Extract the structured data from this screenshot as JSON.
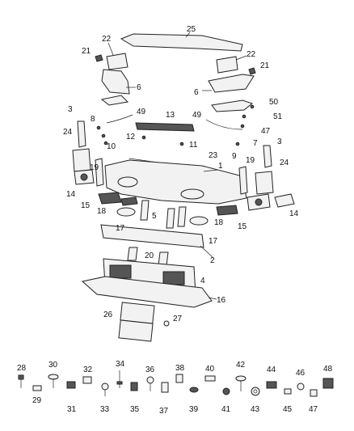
{
  "diagram": {
    "callouts": {
      "c1": "1",
      "c2": "2",
      "c3a": "3",
      "c3b": "3",
      "c4": "4",
      "c5": "5",
      "c6a": "6",
      "c6b": "6",
      "c7": "7",
      "c8": "8",
      "c9": "9",
      "c10": "10",
      "c11": "11",
      "c12": "12",
      "c13": "13",
      "c14a": "14",
      "c14b": "14",
      "c15a": "15",
      "c15b": "15",
      "c16": "16",
      "c17a": "17",
      "c17b": "17",
      "c18a": "18",
      "c18b": "18",
      "c19a": "19",
      "c19b": "19",
      "c20": "20",
      "c21a": "21",
      "c21b": "21",
      "c22a": "22",
      "c22b": "22",
      "c23": "23",
      "c24a": "24",
      "c24b": "24",
      "c25": "25",
      "c26": "26",
      "c27": "27",
      "c28": "28",
      "c29": "29",
      "c30": "30",
      "c31": "31",
      "c32": "32",
      "c33": "33",
      "c34": "34",
      "c35": "35",
      "c36": "36",
      "c37": "37",
      "c38": "38",
      "c39": "39",
      "c40": "40",
      "c41": "41",
      "c42": "42",
      "c43": "43",
      "c44": "44",
      "c45": "45",
      "c46": "46",
      "c47a": "47",
      "c47b": "47",
      "c48": "48",
      "c49a": "49",
      "c49b": "49",
      "c50": "50",
      "c51": "51"
    }
  }
}
